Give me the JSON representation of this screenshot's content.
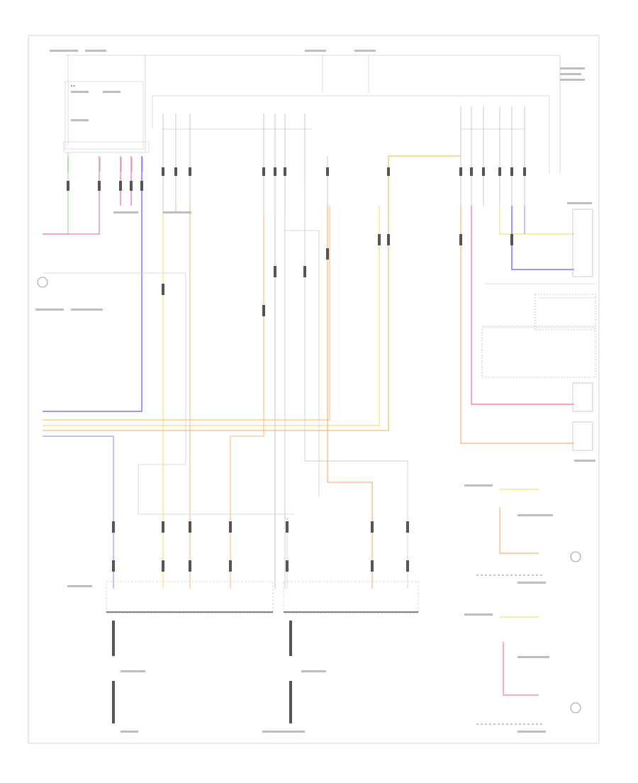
{
  "diagram": {
    "footer_code": "",
    "colors": {
      "frame": "#d0d0d0",
      "wire_gray": "#c8c8c8",
      "green": "#9be29b",
      "pink": "#f07aa0",
      "red_pink": "#ff6a8a",
      "blue": "#5b5bff",
      "orange": "#ffb27a",
      "peach": "#ffc28a",
      "yellow": "#f2e27a",
      "gold": "#e8c26a",
      "light_gray": "#d8d8d8",
      "dark": "#444444"
    },
    "wires": {
      "green_left": "green",
      "pink_left": "pink",
      "blue_long": "blue",
      "orange_bus": "orange",
      "yellow_bus": "yellow",
      "red_right": "red_pink",
      "orange_right": "orange"
    }
  }
}
